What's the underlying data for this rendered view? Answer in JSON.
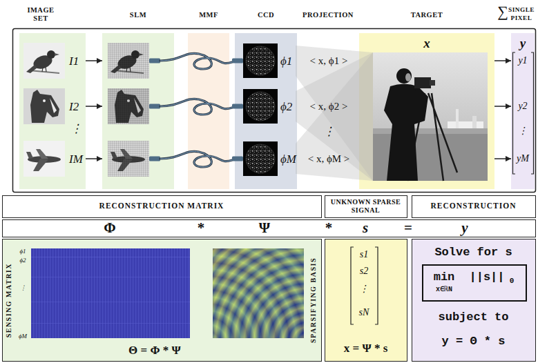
{
  "diagram": {
    "nodes": [
      {
        "text": [
          "IMAGE SET",
          "I1",
          "I2",
          "⋮",
          "IM"
        ]
      },
      {
        "text": [
          "SLM"
        ]
      },
      {
        "text": [
          "MMF"
        ]
      },
      {
        "text": [
          "CCD",
          "ϕ1",
          "ϕ2",
          "ϕM"
        ]
      },
      {
        "text": [
          "TARGET",
          "x"
        ]
      },
      {
        "text": [
          "∑",
          "SINGLE PIXEL",
          "y",
          "y1",
          "y2",
          "⋮",
          "yM"
        ]
      },
      {
        "text": [
          "RECONSTRUCTION MATRIX"
        ]
      },
      {
        "text": [
          "UNKNOWN SPARSE SIGNAL"
        ]
      },
      {
        "text": [
          "RECONSTRUCTION"
        ]
      },
      {
        "text": [
          "Φ",
          "*",
          "Ψ",
          "*",
          "s",
          "=",
          "y"
        ]
      },
      {
        "text": [
          "SENSING MATRIX",
          "ϕ1",
          "ϕ2",
          "⋮",
          "ϕM",
          "Θ = Φ * Ψ"
        ]
      },
      {
        "text": [
          "SPARSIFYING BASIS"
        ]
      },
      {
        "text": [
          "s1",
          "s2",
          "⋮",
          "sN",
          "x = Ψ * s"
        ]
      },
      {
        "text": [
          "Solve for s",
          "subject to",
          "y = Θ * s"
        ]
      },
      {
        "text": [
          "min",
          "x∈ℝN",
          "||s||",
          "0"
        ],
        "in": 13
      }
    ],
    "edges": [
      {
        "from": 0,
        "to": 1,
        "arrow": "to"
      },
      {
        "from": 0,
        "to": 1,
        "arrow": "to"
      },
      {
        "from": 0,
        "to": 1,
        "arrow": "to"
      },
      {
        "from": 4,
        "to": 5,
        "arrow": "to"
      },
      {
        "from": 4,
        "to": 5,
        "arrow": "to"
      },
      {
        "from": 4,
        "to": 5,
        "arrow": "to"
      }
    ],
    "labels": [
      "PROJECTION",
      "< x, ϕ1 >",
      "< x, ϕ2 >",
      "⋮",
      "< x, ϕM >"
    ]
  }
}
